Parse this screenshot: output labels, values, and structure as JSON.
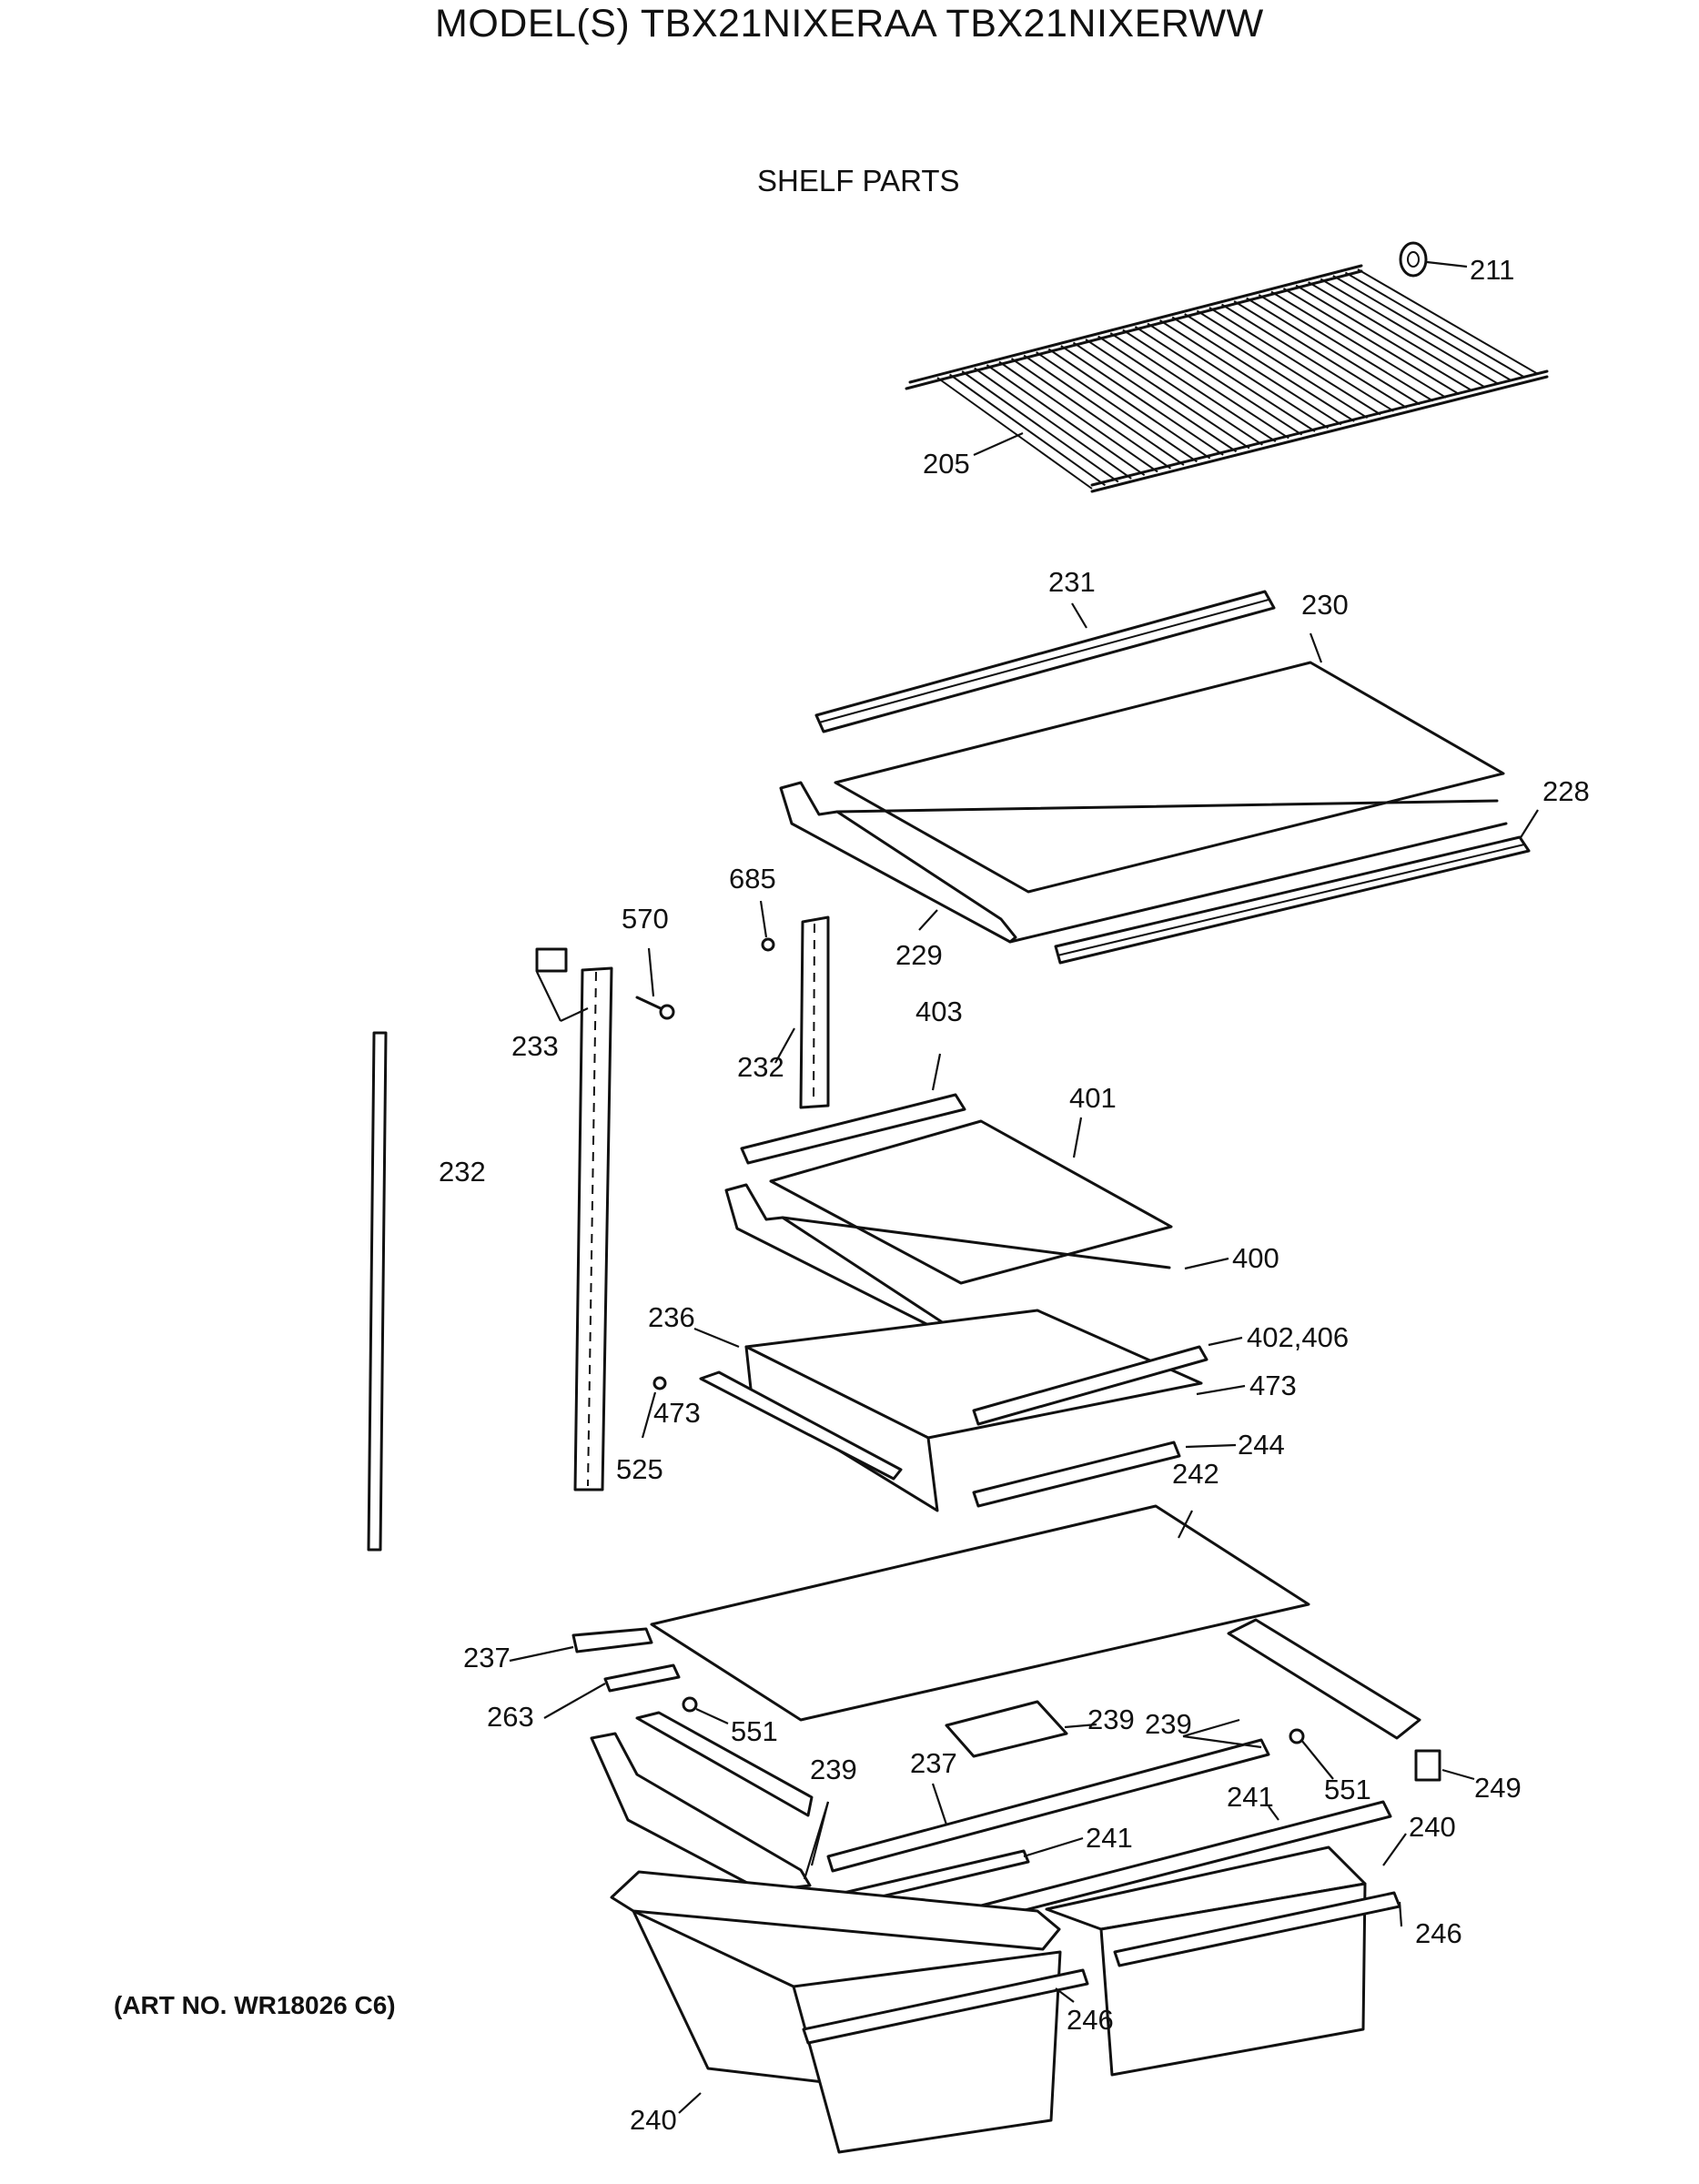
{
  "header": {
    "model_title": "MODEL(S) TBX21NIXERAA  TBX21NIXERWW",
    "section_title": "SHELF PARTS"
  },
  "footer": {
    "art_number": "(ART NO. WR18026 C6)"
  },
  "callouts": [
    "211",
    "205",
    "231",
    "230",
    "228",
    "685",
    "229",
    "570",
    "233",
    "232",
    "403",
    "232",
    "401",
    "400",
    "236",
    "402,406",
    "473",
    "473",
    "525",
    "244",
    "242",
    "237",
    "263",
    "551",
    "239",
    "239",
    "551",
    "249",
    "239",
    "237",
    "241",
    "241",
    "240",
    "246",
    "246",
    "240"
  ]
}
